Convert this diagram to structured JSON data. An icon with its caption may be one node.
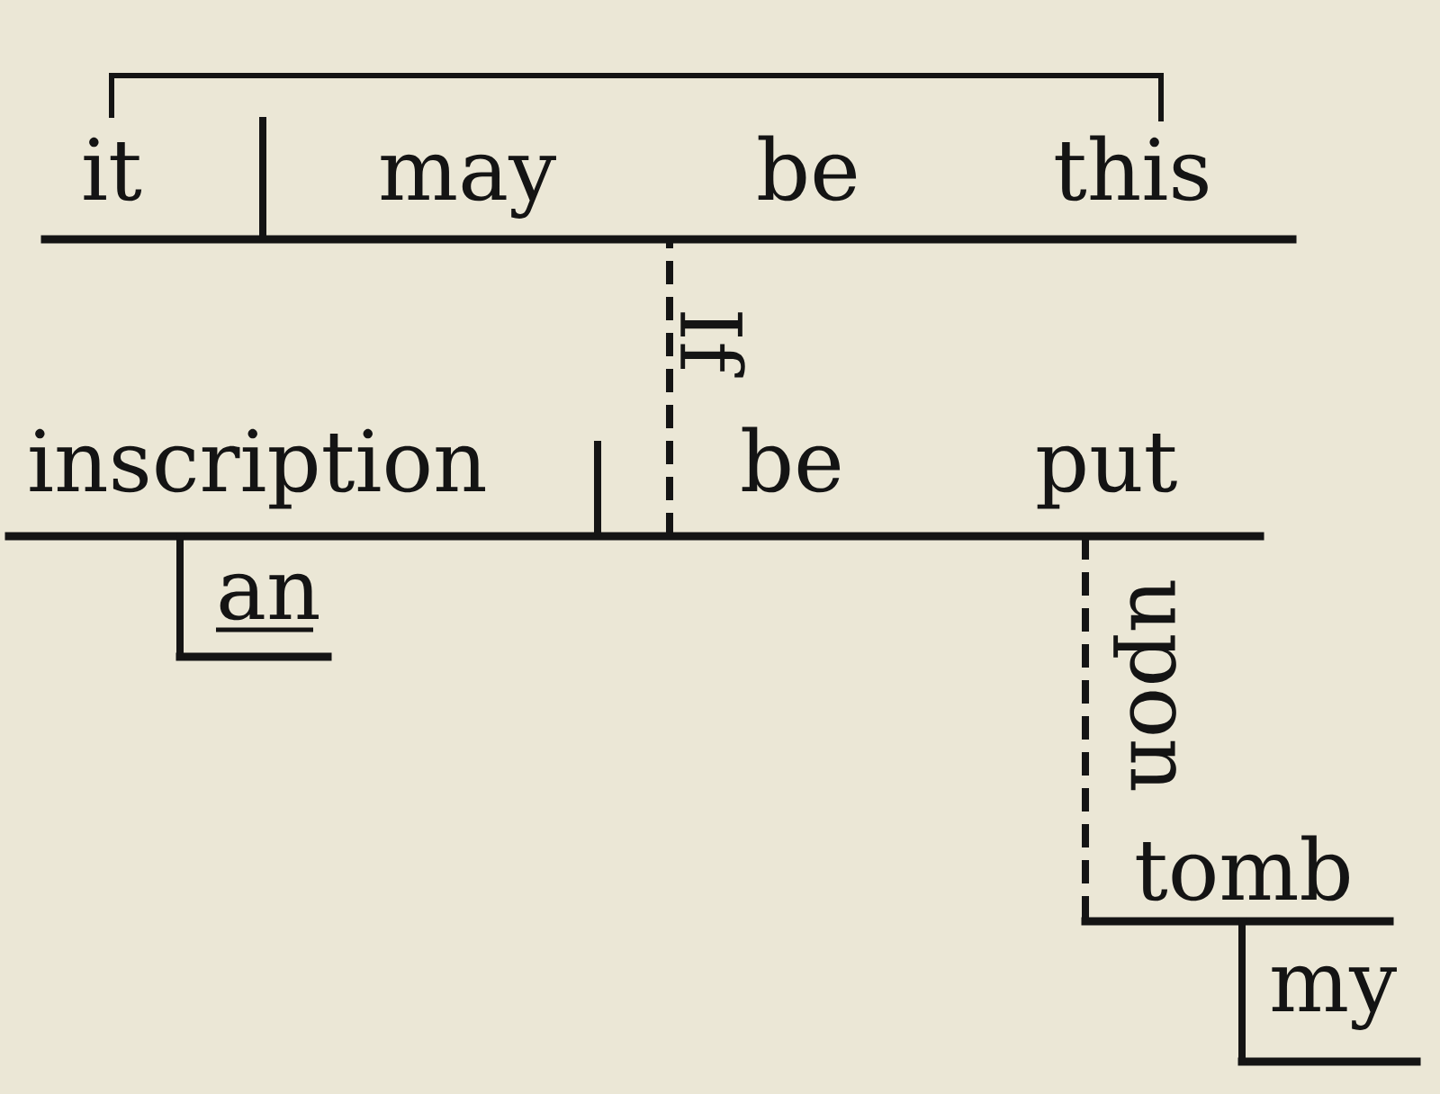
{
  "diagram": {
    "nodes": [
      {
        "text": [
          "it",
          "may",
          "be",
          "this"
        ]
      },
      {
        "text": [
          "inscription",
          "be",
          "put"
        ]
      },
      {
        "text": [
          "an"
        ]
      },
      {
        "text": [
          "tomb"
        ]
      },
      {
        "text": [
          "my"
        ]
      }
    ],
    "edges": [
      {
        "from": 1,
        "to": 0,
        "arrow": "none",
        "style": "dashed",
        "label": "If"
      },
      {
        "from": 1,
        "to": 2,
        "arrow": "none"
      },
      {
        "from": 1,
        "to": 3,
        "arrow": "none",
        "style": "dashed",
        "label": "upon"
      },
      {
        "from": 3,
        "to": 4,
        "arrow": "none"
      }
    ]
  }
}
